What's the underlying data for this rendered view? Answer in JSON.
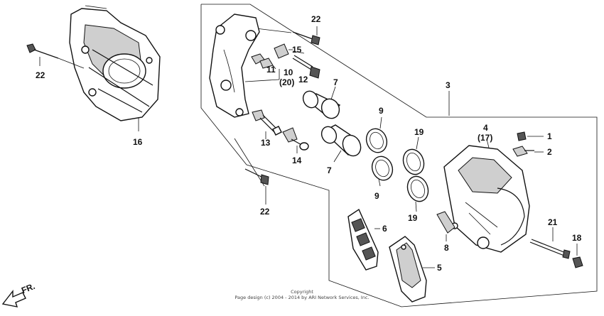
{
  "callouts": {
    "c22_top": "22",
    "c22_left": "22",
    "c22_bottom": "22",
    "c16": "16",
    "c15": "15",
    "c11": "11",
    "c10": "10",
    "c20": "(20)",
    "c12": "12",
    "c7_top": "7",
    "c7_bottom": "7",
    "c3": "3",
    "c9_top": "9",
    "c9_bottom": "9",
    "c19_top": "19",
    "c19_bottom": "19",
    "c4": "4",
    "c17": "(17)",
    "c1": "1",
    "c2": "2",
    "c13": "13",
    "c14": "14",
    "c6": "6",
    "c5": "5",
    "c8": "8",
    "c21": "21",
    "c18": "18"
  },
  "copyright": {
    "line1": "Copyright",
    "line2": "Page design (c) 2004 - 2014 by ARI Network Services, Inc."
  },
  "direction": {
    "label": "FR."
  }
}
